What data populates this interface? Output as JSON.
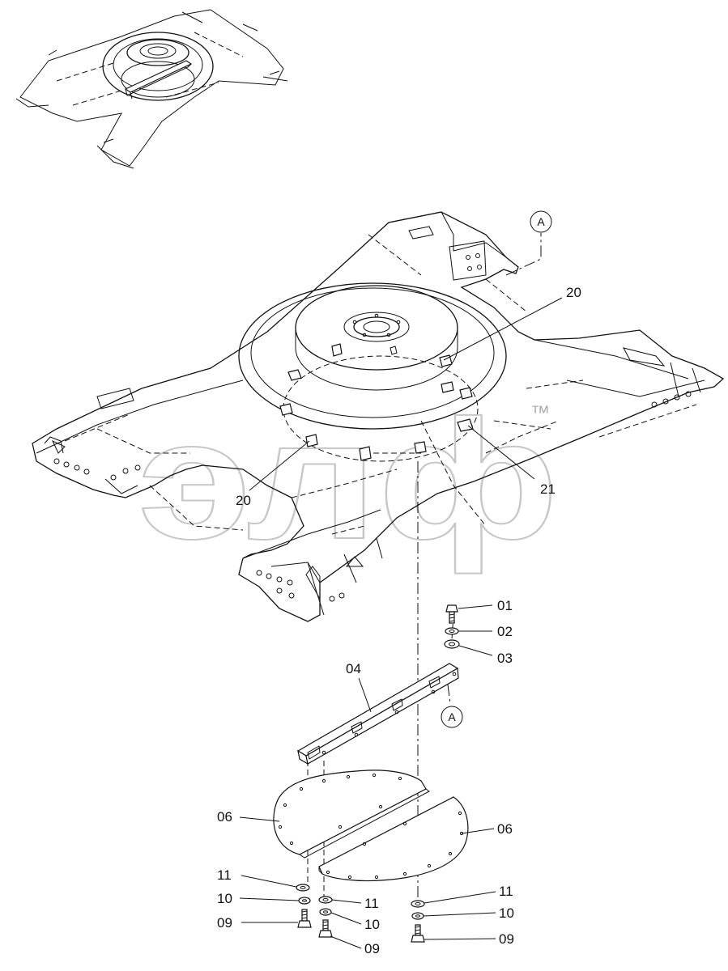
{
  "diagram": {
    "watermark": {
      "text": "элф",
      "trademark": "™"
    },
    "view_reference_label": "A",
    "callouts": [
      {
        "id": "c-01",
        "label": "01",
        "part": "bolt"
      },
      {
        "id": "c-02",
        "label": "02",
        "part": "lock-washer"
      },
      {
        "id": "c-03",
        "label": "03",
        "part": "flat-washer"
      },
      {
        "id": "c-04",
        "label": "04",
        "part": "angle-bracket"
      },
      {
        "id": "c-06-left",
        "label": "06",
        "part": "cover-plate-left"
      },
      {
        "id": "c-06-right",
        "label": "06",
        "part": "cover-plate-right"
      },
      {
        "id": "c-09-left",
        "label": "09",
        "part": "bolt"
      },
      {
        "id": "c-09-mid",
        "label": "09",
        "part": "bolt"
      },
      {
        "id": "c-09-right",
        "label": "09",
        "part": "bolt"
      },
      {
        "id": "c-10-left",
        "label": "10",
        "part": "lock-washer"
      },
      {
        "id": "c-10-mid",
        "label": "10",
        "part": "lock-washer"
      },
      {
        "id": "c-10-right",
        "label": "10",
        "part": "lock-washer"
      },
      {
        "id": "c-11-left",
        "label": "11",
        "part": "flat-washer"
      },
      {
        "id": "c-11-mid",
        "label": "11",
        "part": "flat-washer"
      },
      {
        "id": "c-11-right",
        "label": "11",
        "part": "flat-washer"
      },
      {
        "id": "c-20-top",
        "label": "20",
        "part": "bracket"
      },
      {
        "id": "c-20-left",
        "label": "20",
        "part": "bracket"
      },
      {
        "id": "c-21",
        "label": "21",
        "part": "bracket"
      }
    ]
  }
}
